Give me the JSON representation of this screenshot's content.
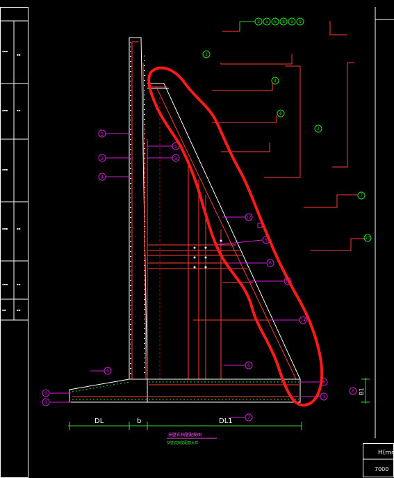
{
  "title_block": {
    "header": "H(mm)",
    "value": "7000"
  },
  "dimensions": {
    "dl": "DL",
    "b": "b",
    "dl1": "DL1",
    "b1": "B1"
  },
  "drawing_caption": {
    "line1": "扶壁式挡壁配筋图",
    "line2": "扶壁式挡壁配筋大样"
  },
  "callouts_left": [
    "5",
    "2",
    "4"
  ],
  "callouts_mid": [
    "1",
    "3"
  ],
  "callouts_rib": [
    "12",
    "5",
    "8",
    "13",
    "14",
    "6"
  ],
  "callouts_base": [
    "6",
    "8",
    "9",
    "7"
  ],
  "callouts_base_left": [
    "6",
    "9",
    "9"
  ],
  "detail_bubbles_top": [
    "3",
    "5",
    "6",
    "8",
    "9",
    "9"
  ],
  "detail_bubbles_right": [
    "1",
    "4",
    "6",
    "2",
    "7",
    "10"
  ],
  "colors": {
    "background": "#000000",
    "wall": "#ffffff",
    "rebar": "#ff3b3b",
    "rebar_dark": "#c00000",
    "text": "#ffffff",
    "bubble_green": "#1fe01f",
    "bubble_magenta": "#d21ed2",
    "dimension": "#2ee02e",
    "annotation": "#ff1a1a",
    "caption": "#ff4dff"
  }
}
